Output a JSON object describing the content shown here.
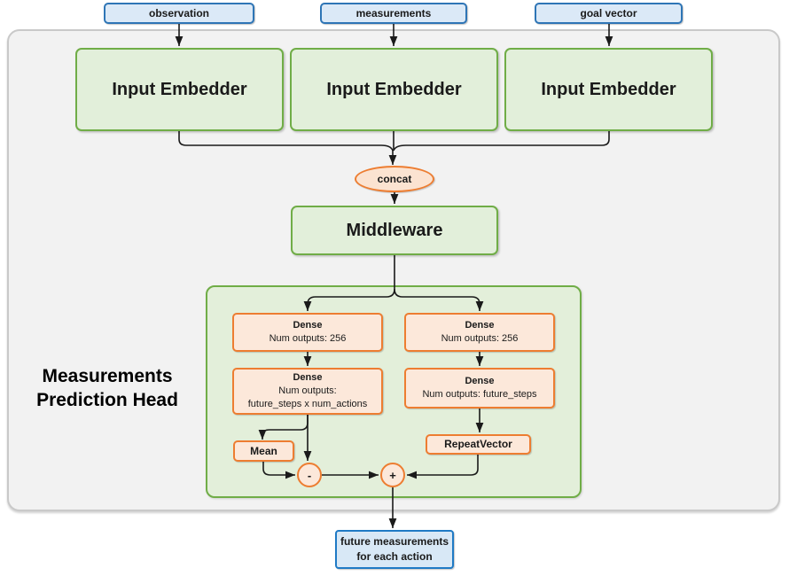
{
  "diagram": {
    "inputs": [
      {
        "label": "observation"
      },
      {
        "label": "measurements"
      },
      {
        "label": "goal vector"
      }
    ],
    "embedders": [
      {
        "label": "Input Embedder"
      },
      {
        "label": "Input Embedder"
      },
      {
        "label": "Input Embedder"
      }
    ],
    "concat": {
      "label": "concat"
    },
    "middleware": {
      "label": "Middleware"
    },
    "head": {
      "label_line1": "Measurements",
      "label_line2": "Prediction Head"
    },
    "dense_left_1": {
      "title": "Dense",
      "line1": "Num outputs: 256"
    },
    "dense_right_1": {
      "title": "Dense",
      "line1": "Num outputs: 256"
    },
    "dense_left_2": {
      "title": "Dense",
      "line1": "Num outputs:",
      "line2": "future_steps x num_actions"
    },
    "dense_right_2": {
      "title": "Dense",
      "line1": "Num outputs: future_steps"
    },
    "mean": {
      "label": "Mean"
    },
    "repeat_vector": {
      "label": "RepeatVector"
    },
    "subtract": {
      "label": "-"
    },
    "add": {
      "label": "+"
    },
    "output": {
      "line1": "future measurements",
      "line2": "for each action"
    },
    "colors": {
      "blue_border": "#2e75b6",
      "blue_fill": "#dbe9f7",
      "green_border": "#70ad47",
      "green_fill": "#e2efda",
      "orange_border": "#ed7d31",
      "orange_fill": "#fce8da",
      "gray_container_fill": "#f2f2f2",
      "gray_container_border": "#c9c9c9",
      "output_border": "#1f7ac5",
      "line_color": "#1a1a1a"
    }
  }
}
